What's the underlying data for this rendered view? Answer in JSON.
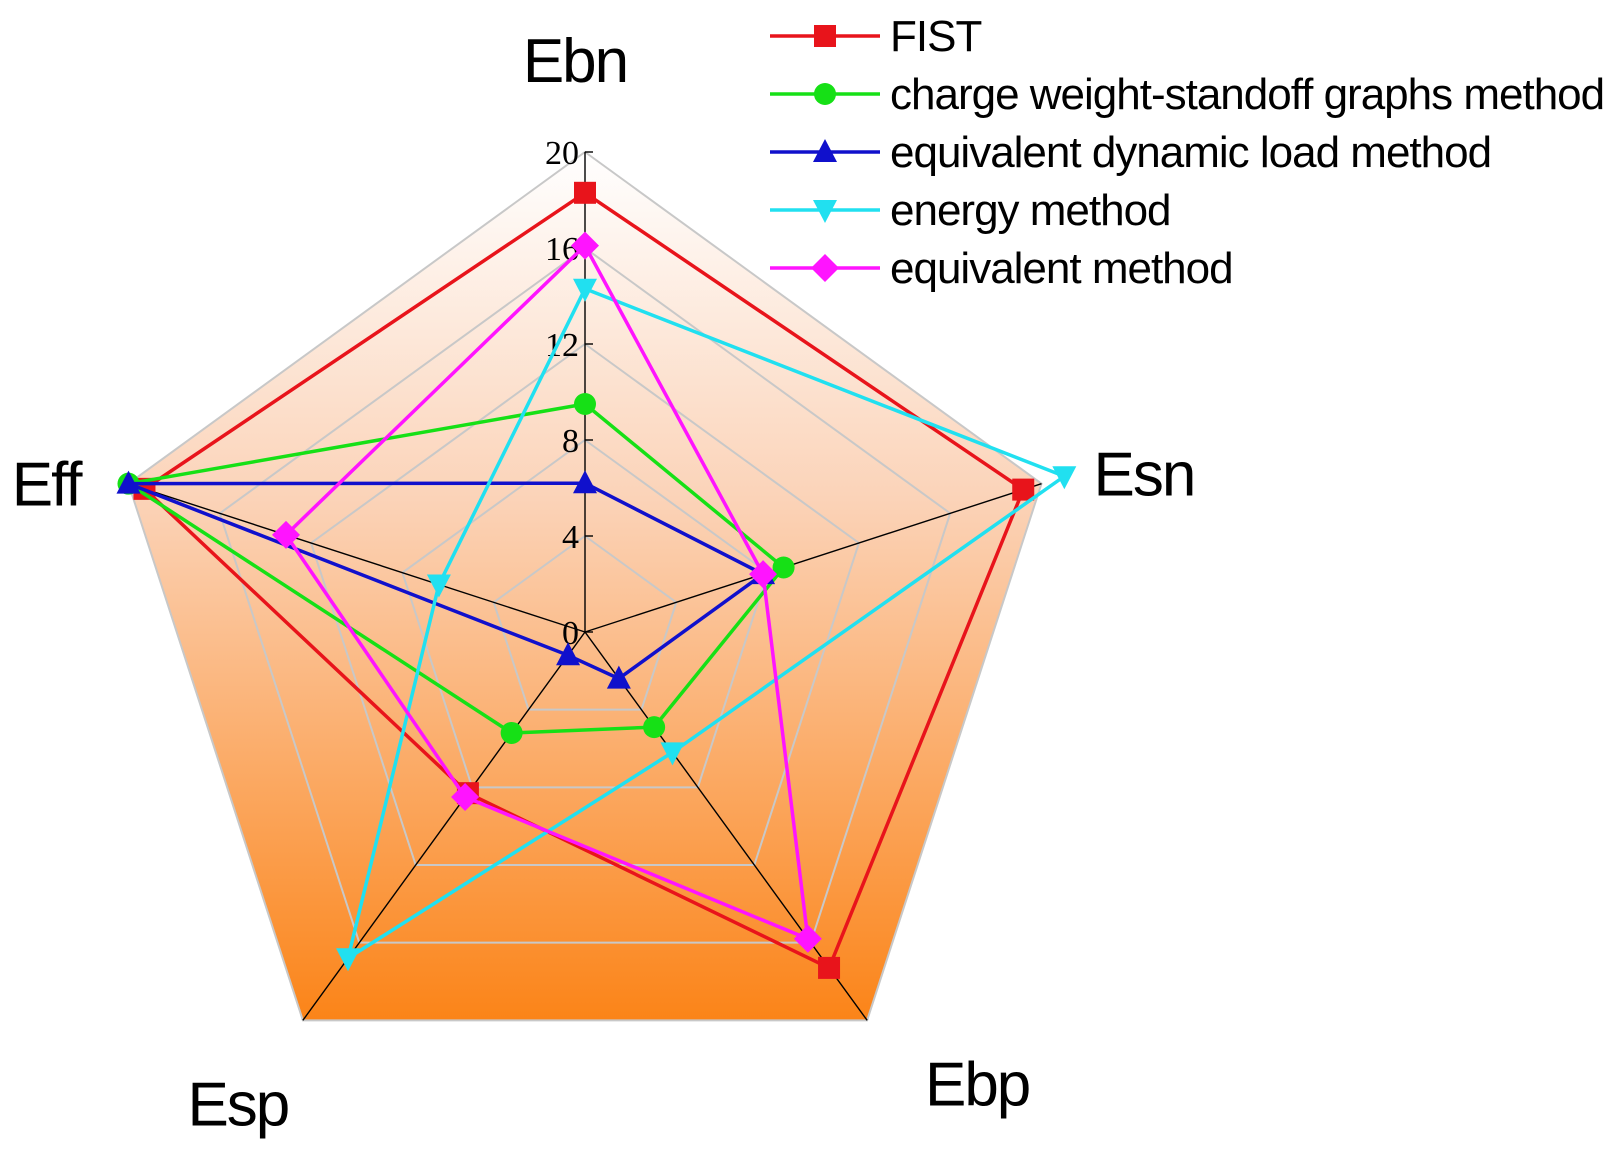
{
  "chart_data": {
    "type": "radar",
    "axes": [
      "Ebn",
      "Esn",
      "Ebp",
      "Esp",
      "Eff"
    ],
    "range": [
      0,
      20
    ],
    "ticks": [
      0,
      4,
      8,
      12,
      16,
      20
    ],
    "tick_labels": [
      "0",
      "4",
      "8",
      "12",
      "16",
      "20"
    ],
    "grid": true,
    "background": "gradient white-to-orange",
    "legend_position": "top-right",
    "series": [
      {
        "name": "FIST",
        "values": [
          18.3,
          19.2,
          17.3,
          8.3,
          19.3
        ],
        "color": "#e8141b",
        "marker": "square"
      },
      {
        "name": "charge weight-standoff graphs method",
        "values": [
          9.5,
          8.7,
          4.9,
          5.2,
          20.0
        ],
        "color": "#16e016",
        "marker": "circle"
      },
      {
        "name": "equivalent dynamic load method",
        "values": [
          6.2,
          7.8,
          2.4,
          1.2,
          20.0
        ],
        "color": "#1010cc",
        "marker": "triangle-up"
      },
      {
        "name": "energy method",
        "values": [
          14.3,
          21.0,
          6.2,
          16.8,
          6.4
        ],
        "color": "#21e0f0",
        "marker": "triangle-down"
      },
      {
        "name": "equivalent method",
        "values": [
          16.1,
          7.8,
          15.8,
          8.5,
          13.1
        ],
        "color": "#ff14ff",
        "marker": "diamond"
      }
    ]
  }
}
